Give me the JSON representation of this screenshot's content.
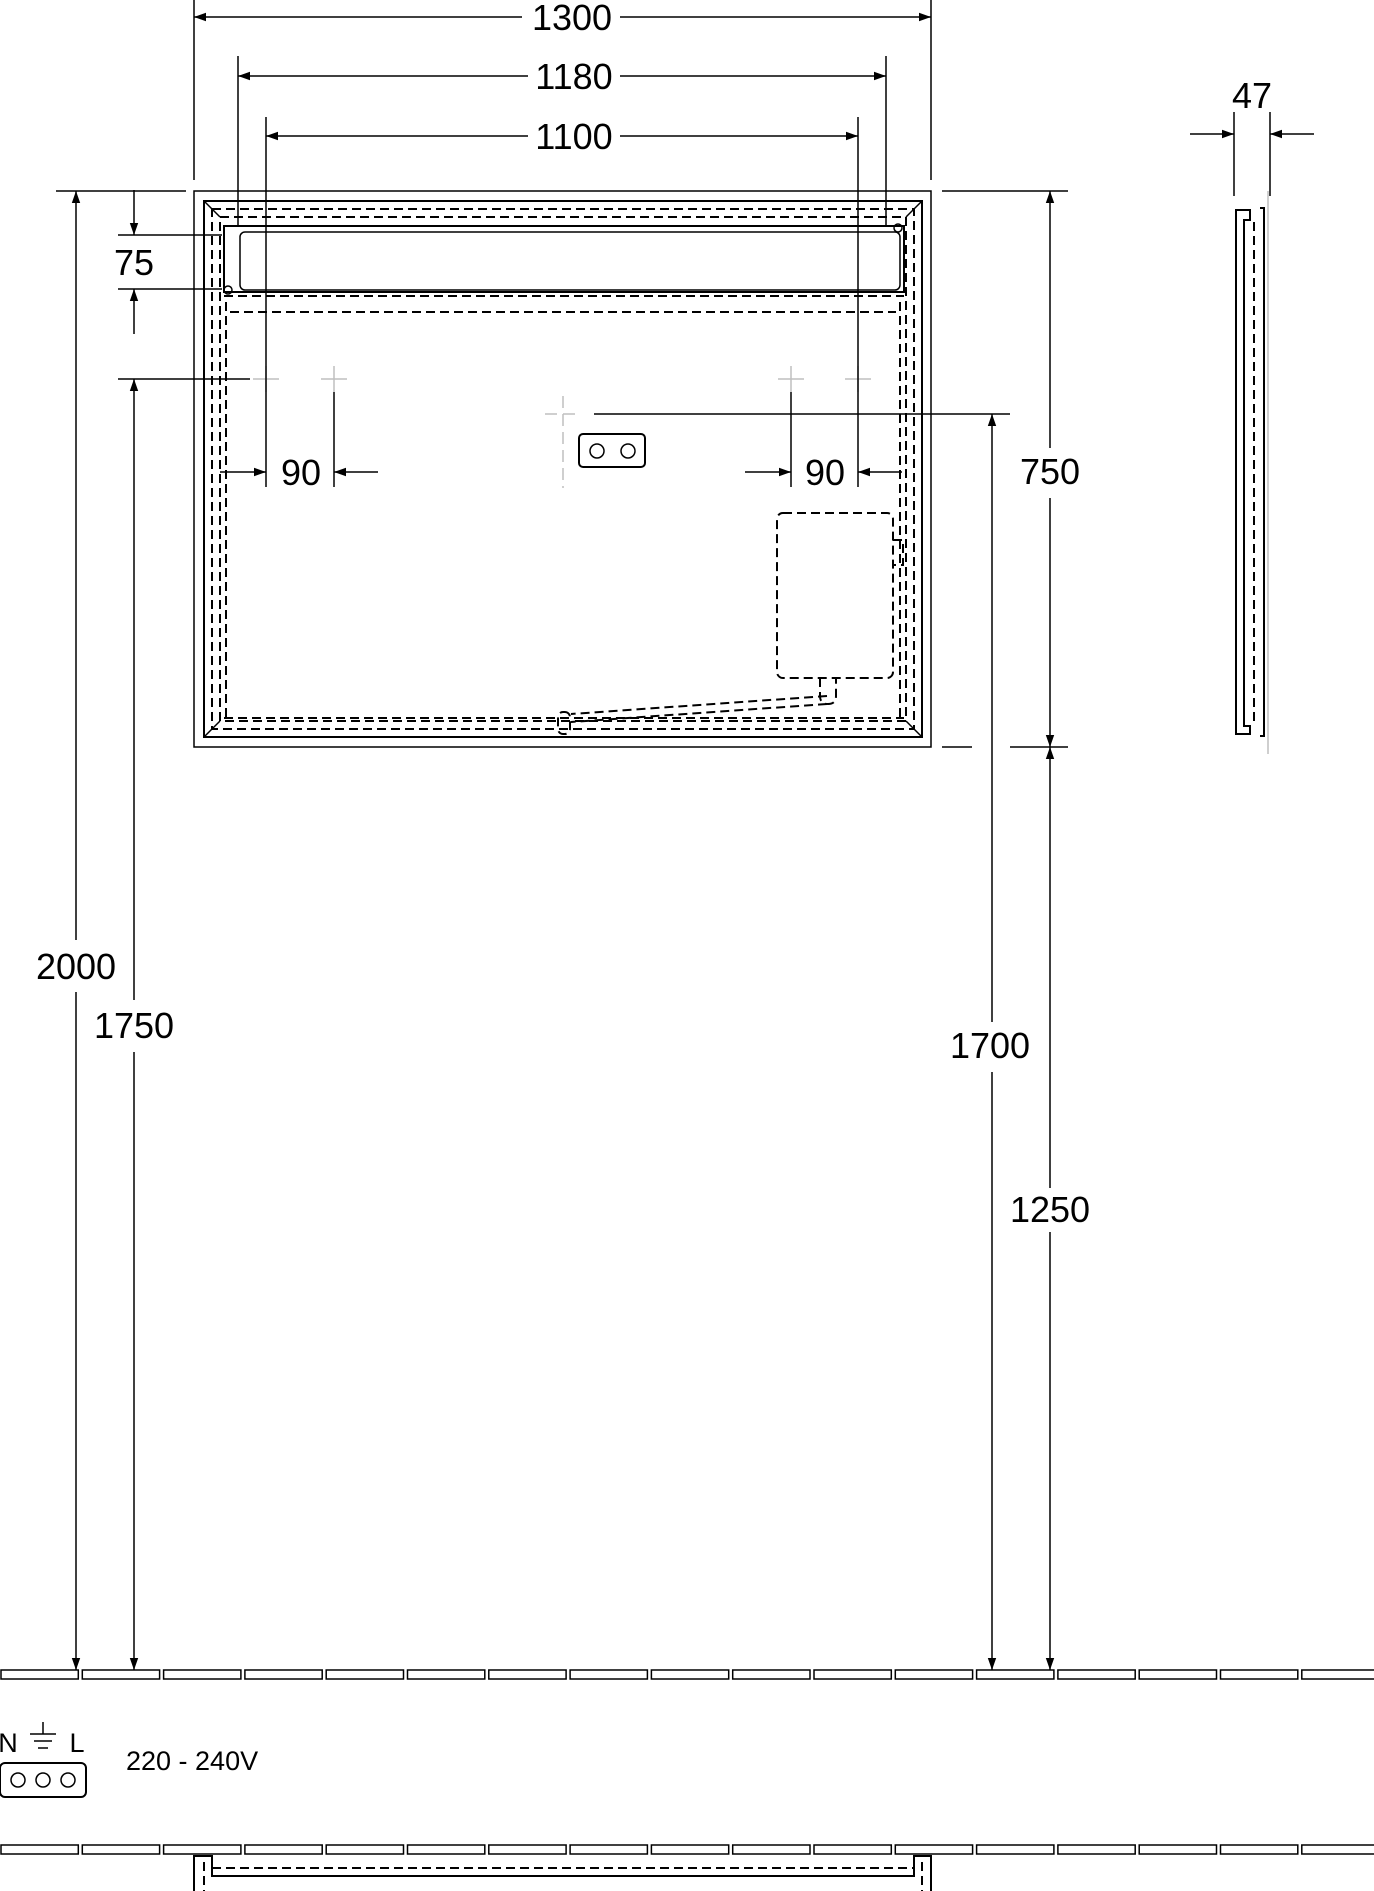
{
  "dimensions": {
    "width_total": "1300",
    "width_mid": "1180",
    "width_inner": "1100",
    "depth": "47",
    "top_band": "75",
    "hole_left": "90",
    "hole_right": "90",
    "height_mirror": "750",
    "height_top": "2000",
    "height_holes": "1750",
    "height_socket": "1700",
    "height_bottom": "1250"
  },
  "electrical": {
    "neutral": "N",
    "live": "L",
    "voltage": "220 - 240V"
  },
  "colors": {
    "line": "#000000",
    "hidden": "#000000",
    "guide": "#bfbfbf",
    "background": "#ffffff"
  }
}
